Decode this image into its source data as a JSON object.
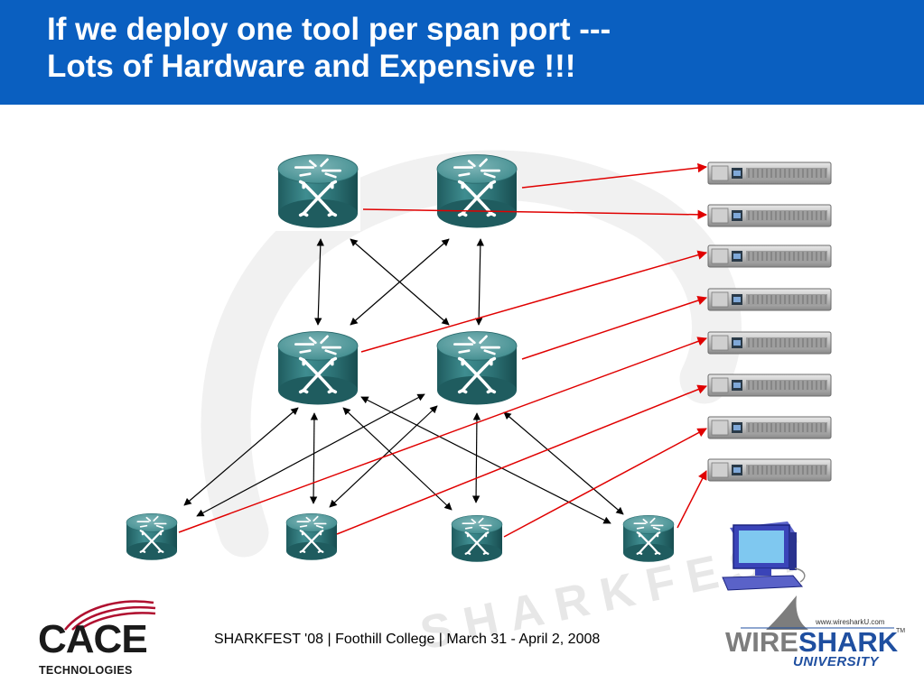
{
  "slide": {
    "title_line1": "If we deploy one tool per span port ---",
    "title_line2": "Lots of Hardware and Expensive !!!",
    "footer": "SHARKFEST '08  |  Foothill College  |  March 31 - April 2, 2008",
    "watermark": "SHARKFEST",
    "header_color": "#0a5fc0"
  },
  "logos": {
    "cace_word": "CACE",
    "cace_sub": "TECHNOLOGIES",
    "wireshark_url": "www.wiresharkU.com",
    "wireshark_part1": "WIRE",
    "wireshark_part2": "SHARK",
    "wireshark_tm": "TM",
    "wireshark_sub": "UNIVERSITY"
  },
  "diagram": {
    "colors": {
      "span_link": "#e00000",
      "trunk_link": "#000000",
      "router_body": "#2e7b7e"
    },
    "icons": [
      "router-icon",
      "server-rack-icon",
      "workstation-icon"
    ]
  }
}
